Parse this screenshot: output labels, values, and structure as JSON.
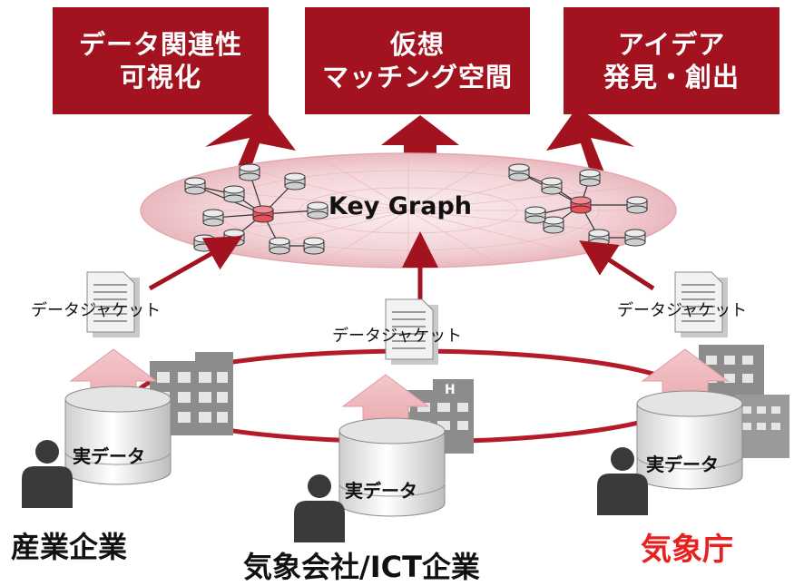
{
  "top_boxes": [
    {
      "line1": "データ関連性",
      "line2": "可視化"
    },
    {
      "line1": "仮想",
      "line2": "マッチング空間"
    },
    {
      "line1": "アイデア",
      "line2": "発見・創出"
    }
  ],
  "center_label": "Key Graph",
  "jacket_label": "データジャケット",
  "real_data_label": "実データ",
  "organizations": {
    "left": "産業企業",
    "center": "気象会社/ICT企業",
    "right": "気象庁"
  },
  "colors": {
    "brand_red": "#a3121f",
    "org_highlight": "#e8201e",
    "ellipse_fill": "#f2cfd2",
    "node_red": "#e8505c",
    "node_gray": "#cfcfcf",
    "person": "#3a3a3a"
  },
  "icons": [
    "database-icon",
    "person-icon",
    "document-icon",
    "building-icon",
    "network-node-icon",
    "arrow-up-icon"
  ]
}
